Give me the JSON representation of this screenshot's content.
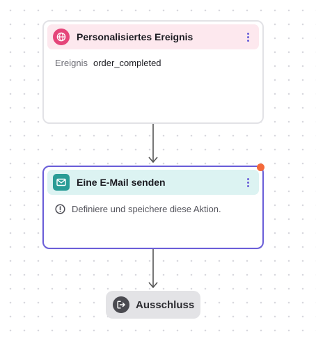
{
  "trigger_node": {
    "title": "Personalisiertes Ereignis",
    "icon": "globe-icon",
    "field_label": "Ereignis",
    "field_value": "order_completed",
    "colors": {
      "header": "#fde8ee",
      "icon": "#e5457a"
    }
  },
  "action_node": {
    "title": "Eine E-Mail senden",
    "icon": "mail-icon",
    "warning_text": "Definiere und speichere diese Aktion.",
    "colors": {
      "header": "#dcf3f2",
      "icon": "#2a9c96",
      "border": "#6a5ed8",
      "status_dot": "#f4693a"
    }
  },
  "exit_node": {
    "label": "Ausschluss",
    "icon": "exit-icon"
  }
}
